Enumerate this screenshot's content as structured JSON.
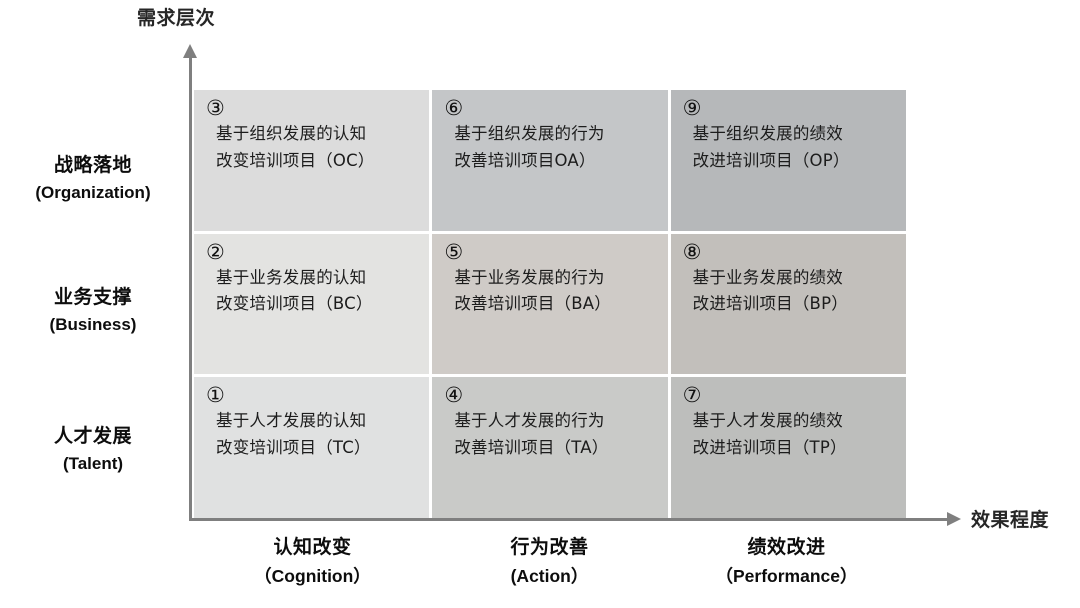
{
  "axes": {
    "y_title": "需求层次",
    "x_title": "效果程度"
  },
  "rows": [
    {
      "cn": "战略落地",
      "en": "(Organization)"
    },
    {
      "cn": "业务支撑",
      "en": "(Business)"
    },
    {
      "cn": "人才发展",
      "en": "(Talent)"
    }
  ],
  "columns": [
    {
      "cn": "认知改变",
      "en": "（Cognition）"
    },
    {
      "cn": "行为改善",
      "en": "(Action）"
    },
    {
      "cn": "绩效改进",
      "en": "（Performance）"
    }
  ],
  "cells": [
    {
      "number": "③",
      "line1": "基于组织发展的认知",
      "line2": "改变培训项目（OC）",
      "code": "OC",
      "color": "#dcdcdc"
    },
    {
      "number": "⑥",
      "line1": "基于组织发展的行为",
      "line2": "改善培训项目OA）",
      "code": "OA",
      "color": "#c4c6c8"
    },
    {
      "number": "⑨",
      "line1": "基于组织发展的绩效",
      "line2": "改进培训项目（OP）",
      "code": "OP",
      "color": "#b6b8ba"
    },
    {
      "number": "②",
      "line1": "基于业务发展的认知",
      "line2": "改变培训项目（BC）",
      "code": "BC",
      "color": "#e3e3e1"
    },
    {
      "number": "⑤",
      "line1": "基于业务发展的行为",
      "line2": "改善培训项目（BA）",
      "code": "BA",
      "color": "#cfcbc7"
    },
    {
      "number": "⑧",
      "line1": "基于业务发展的绩效",
      "line2": "改进培训项目（BP）",
      "code": "BP",
      "color": "#c2bfbb"
    },
    {
      "number": "①",
      "line1": "基于人才发展的认知",
      "line2": "改变培训项目（TC）",
      "code": "TC",
      "color": "#e0e1e1"
    },
    {
      "number": "④",
      "line1": "基于人才发展的行为",
      "line2": "改善培训项目（TA）",
      "code": "TA",
      "color": "#c9cac8"
    },
    {
      "number": "⑦",
      "line1": "基于人才发展的绩效",
      "line2": "改进培训项目（TP）",
      "code": "TP",
      "color": "#bdbebc"
    }
  ],
  "colors": {
    "axis": "#7f7f7f",
    "text": "#1a1a1a"
  }
}
